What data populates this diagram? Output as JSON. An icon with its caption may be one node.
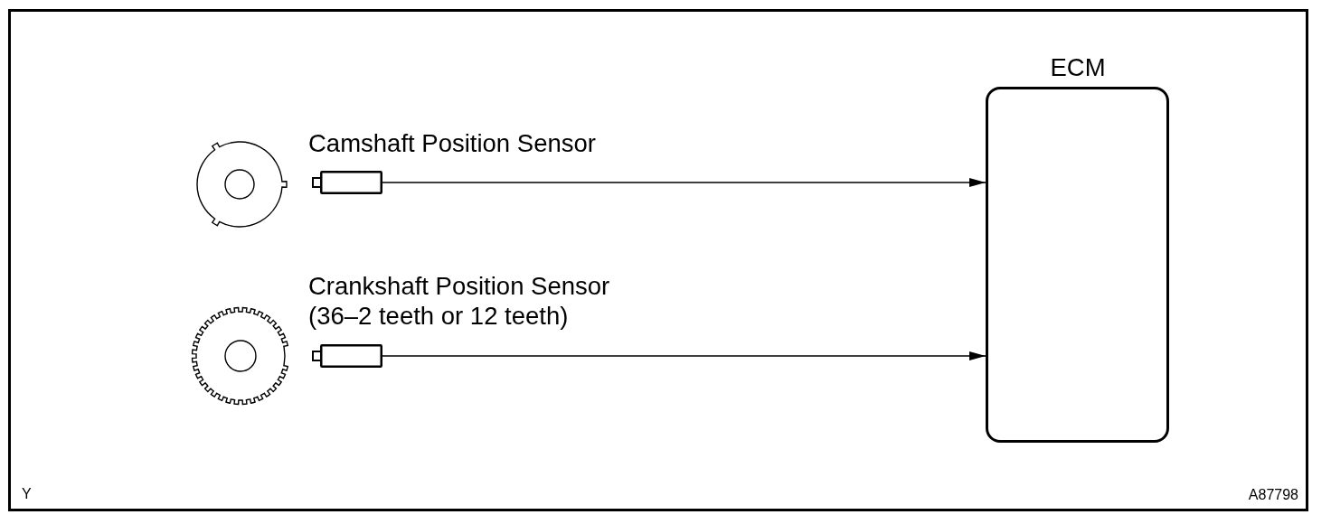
{
  "diagram": {
    "nodes": [
      {
        "text": [
          "Camshaft Position Sensor"
        ]
      },
      {
        "text": [
          "Crankshaft Position Sensor",
          "(36–2 teeth or 12 teeth)"
        ]
      },
      {
        "text": [
          "ECM"
        ]
      }
    ],
    "edges": [
      {
        "from": 0,
        "to": 2,
        "arrow": "to"
      },
      {
        "from": 1,
        "to": 2,
        "arrow": "to"
      }
    ],
    "labels": [
      "Y",
      "A87798"
    ]
  }
}
